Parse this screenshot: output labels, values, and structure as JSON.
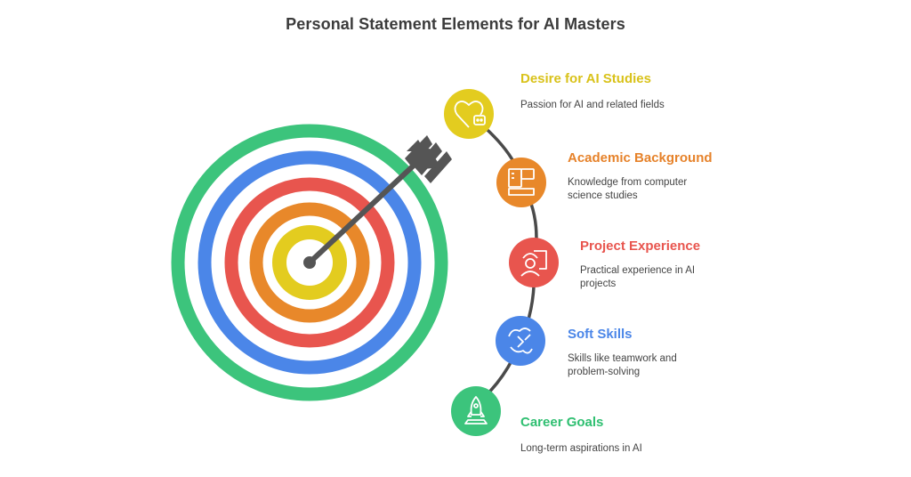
{
  "title": "Personal Statement Elements for AI Masters",
  "colors": {
    "green": "#3cc47c",
    "blue": "#4b86e8",
    "red": "#e8554e",
    "orange": "#e8882a",
    "yellow": "#e3cc1f",
    "arrow": "#555555",
    "path": "#4a4a4a"
  },
  "items": [
    {
      "title": "Desire for AI Studies",
      "description": "Passion for AI and related fields",
      "icon": "heart-robot-icon",
      "color": "#d9c21a"
    },
    {
      "title": "Academic Background",
      "description": "Knowledge from computer science studies",
      "icon": "computer-book-icon",
      "color": "#e6822a"
    },
    {
      "title": "Project Experience",
      "description": "Practical experience in AI projects",
      "icon": "engineer-blueprint-icon",
      "color": "#e8554e"
    },
    {
      "title": "Soft Skills",
      "description": "Skills like teamwork and problem-solving",
      "icon": "puzzle-hands-icon",
      "color": "#4b86e8"
    },
    {
      "title": "Career Goals",
      "description": "Long-term aspirations in AI",
      "icon": "rocket-launch-icon",
      "color": "#2fbf71"
    }
  ]
}
